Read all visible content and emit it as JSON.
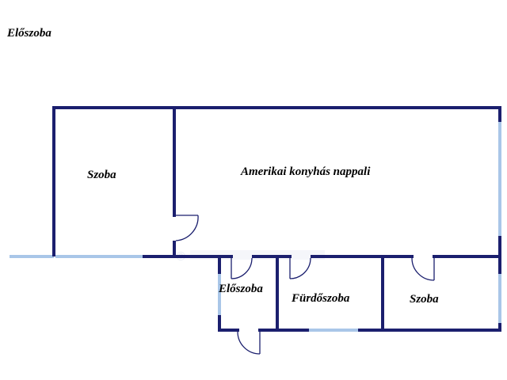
{
  "page": {
    "heading": "Előszoba"
  },
  "floorplan": {
    "wall_color": "#1b1f6e",
    "window_color": "#a9c6e8",
    "watermark_color": "#e9ecf4",
    "rooms": {
      "bedroom_left": "Szoba",
      "living_room": "Amerikai konyhás nappali",
      "hallway": "Előszoba",
      "bathroom": "Fürdőszoba",
      "bedroom_right": "Szoba"
    }
  }
}
